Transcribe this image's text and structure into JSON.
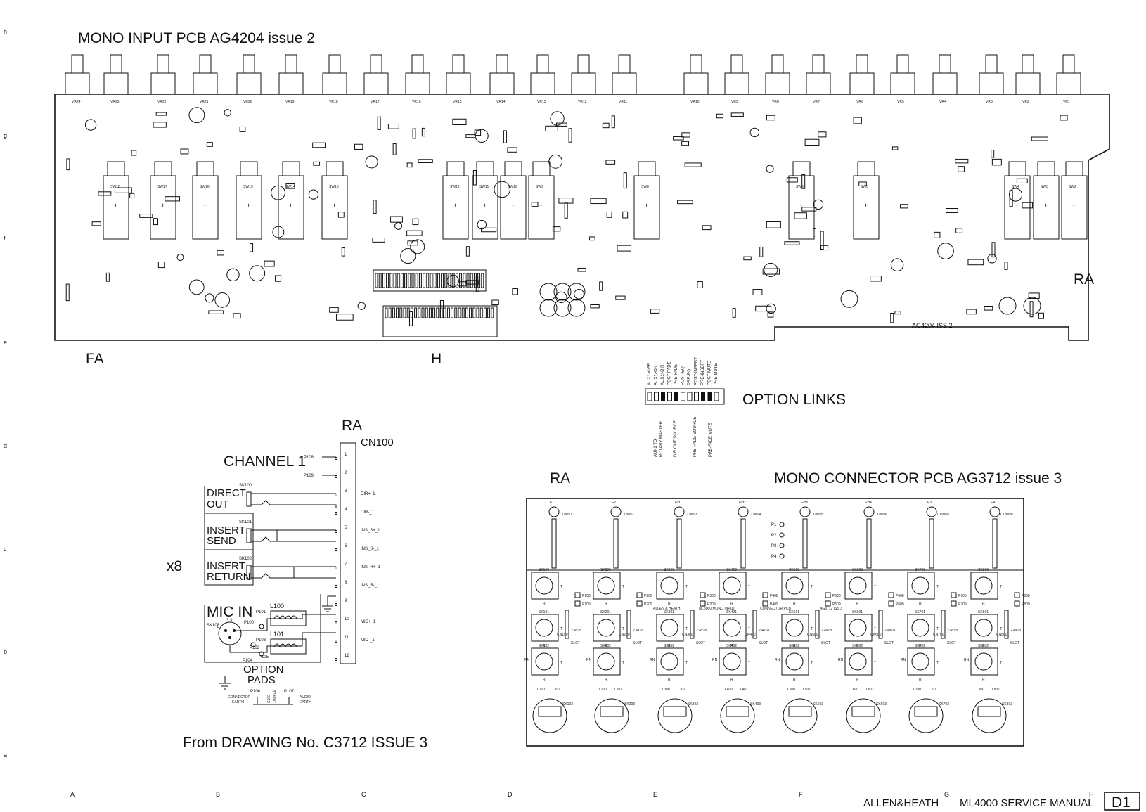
{
  "titles": {
    "mono_input": "MONO INPUT PCB   AG4204 issue 2",
    "mono_connector": "MONO CONNECTOR PCB   AG3712 issue 3",
    "channel": "CHANNEL 1",
    "from_drawing": "From DRAWING No. C3712 ISSUE 3",
    "option_links": "OPTION LINKS",
    "board_id": "AG4204 ISS 2"
  },
  "labels": {
    "fa": "FA",
    "h": "H",
    "ra_top": "RA",
    "ra_schematic": "RA",
    "ra_connector": "RA",
    "x8": "x8",
    "cn100": "CN100",
    "option": "OPTION",
    "pads": "PADS",
    "connector_earth": [
      "CONNECTOR",
      "EARTH"
    ],
    "audio_earth": [
      "AUDIO",
      "EARTH"
    ],
    "c100": [
      "C100",
      "100n CE"
    ]
  },
  "footer": {
    "company": "ALLEN&HEATH",
    "manual": "ML4000 SERVICE MANUAL",
    "page": "D1"
  },
  "grid": {
    "columns": [
      "A",
      "B",
      "C",
      "D",
      "E",
      "F",
      "G",
      "H"
    ],
    "rows": [
      "h",
      "g",
      "f",
      "e",
      "d",
      "c",
      "b",
      "a"
    ]
  },
  "pots": [
    "VR24",
    "VR23",
    "VR22",
    "VR21",
    "VR20",
    "VR19",
    "VR18",
    "VR17",
    "VR16",
    "VR15",
    "VR14",
    "VR13",
    "VR12",
    "VR11",
    "VR10",
    "VR9",
    "VR8",
    "VR7",
    "VR6",
    "VR5",
    "VR4",
    "VR3",
    "VR2",
    "VR1"
  ],
  "switches": [
    "SW18",
    "SW17",
    "SW16",
    "SW15",
    "SW14",
    "SW13",
    "SW12",
    "SW11",
    "SW10",
    "SW9",
    "SW8",
    "SW6",
    "SW5",
    "SW4",
    "SW3",
    "SW2"
  ],
  "option_links": {
    "rotated_labels": [
      "AUX1>OFF",
      "AUX1>ON",
      "AUX1>DIR",
      "POST-FADE",
      "PRE-FADE",
      "POST-EQ",
      "PRE-EQ",
      "POST-INSERT",
      "PRE-INSERT",
      "POST-MUTE",
      "PRE-MUTE"
    ],
    "group_labels": [
      "AUX1 TO ROTARY MASTER",
      "DIR OUT SOURCE",
      "PRE-FADE SOURCE",
      "PRE-FADE MUTE"
    ]
  },
  "schematic": {
    "groups": [
      {
        "name": "DIRECT OUT",
        "lines": [
          "DIRECT",
          "OUT"
        ],
        "socket": "SK100"
      },
      {
        "name": "INSERT SEND",
        "lines": [
          "INSERT",
          "SEND"
        ],
        "socket": "SK101"
      },
      {
        "name": "INSERT RETURN",
        "lines": [
          "INSERT",
          "RETURN"
        ],
        "socket": "SK102"
      },
      {
        "name": "MIC IN",
        "lines": [
          "MIC IN"
        ],
        "socket": "SK103"
      }
    ],
    "pins": [
      {
        "num": "1",
        "label": "P108"
      },
      {
        "num": "2",
        "label": "P109"
      },
      {
        "num": "3",
        "label": "DIR+_1"
      },
      {
        "num": "4",
        "label": "DIR-_1"
      },
      {
        "num": "5",
        "label": "INS_S+_1"
      },
      {
        "num": "6",
        "label": "INS_S-_1"
      },
      {
        "num": "7",
        "label": "INS_R+_1"
      },
      {
        "num": "8",
        "label": "INS_R-_1"
      },
      {
        "num": "9",
        "label": ""
      },
      {
        "num": "10",
        "label": "MIC+_1"
      },
      {
        "num": "11",
        "label": "MIC-_1"
      },
      {
        "num": "12",
        "label": ""
      }
    ],
    "parts": [
      "P100",
      "P101",
      "P102",
      "P103",
      "P104",
      "P105",
      "P106",
      "P107",
      "L100",
      "L101"
    ]
  },
  "connector_pcb": {
    "headers": [
      "E1",
      "E2",
      "EH1",
      "EH2",
      "EH3",
      "EH4",
      "E3",
      "E4"
    ],
    "conn": [
      "CONN1",
      "CONN2",
      "CONN3",
      "CONN4",
      "CONN5",
      "CONN6",
      "CONN7",
      "CONN8"
    ],
    "pins": [
      "P1",
      "P2",
      "P3",
      "P4"
    ],
    "channels": [
      {
        "sk": [
          "SK100",
          "SK101",
          "SK102",
          "SK103"
        ],
        "cn": "CN100",
        "p": [
          "P108",
          "P109"
        ],
        "l": [
          "L100",
          "L101"
        ]
      },
      {
        "sk": [
          "SK200",
          "SK201",
          "SK202",
          "SK203"
        ],
        "cn": "CN200",
        "p": [
          "P208",
          "P209"
        ],
        "l": [
          "L200",
          "L201"
        ]
      },
      {
        "sk": [
          "SK300",
          "SK301",
          "SK302",
          "SK303"
        ],
        "cn": "CN300",
        "p": [
          "P308",
          "P309"
        ],
        "l": [
          "L300",
          "L301"
        ]
      },
      {
        "sk": [
          "SK400",
          "SK401",
          "SK402",
          "SK403"
        ],
        "cn": "CN400",
        "p": [
          "P408",
          "P409"
        ],
        "l": [
          "L400",
          "L401"
        ]
      },
      {
        "sk": [
          "SK500",
          "SK501",
          "SK502",
          "SK503"
        ],
        "cn": "CN500",
        "p": [
          "P508",
          "P509"
        ],
        "l": [
          "L500",
          "L501"
        ]
      },
      {
        "sk": [
          "SK600",
          "SK601",
          "SK602",
          "SK603"
        ],
        "cn": "CN600",
        "p": [
          "P608",
          "P609"
        ],
        "l": [
          "L600",
          "L601"
        ]
      },
      {
        "sk": [
          "SK700",
          "SK701",
          "SK702",
          "SK703"
        ],
        "cn": "CN700",
        "p": [
          "P708",
          "P709"
        ],
        "l": [
          "L700",
          "L701"
        ]
      },
      {
        "sk": [
          "SK800",
          "SK801",
          "SK802",
          "SK803"
        ],
        "cn": "CN800",
        "p": [
          "P808",
          "P809"
        ],
        "l": [
          "L800",
          "L801"
        ]
      }
    ],
    "board_texts": [
      "ALLEN & HEATH",
      "ML5000 MONO INPUT",
      "CONNECTOR PCB",
      "AG3712 ISS 3"
    ],
    "slot": "2.4x18",
    "slot_word": "SLOT",
    "tip": "T",
    "ring": "R",
    "ring_tip": "RN"
  }
}
